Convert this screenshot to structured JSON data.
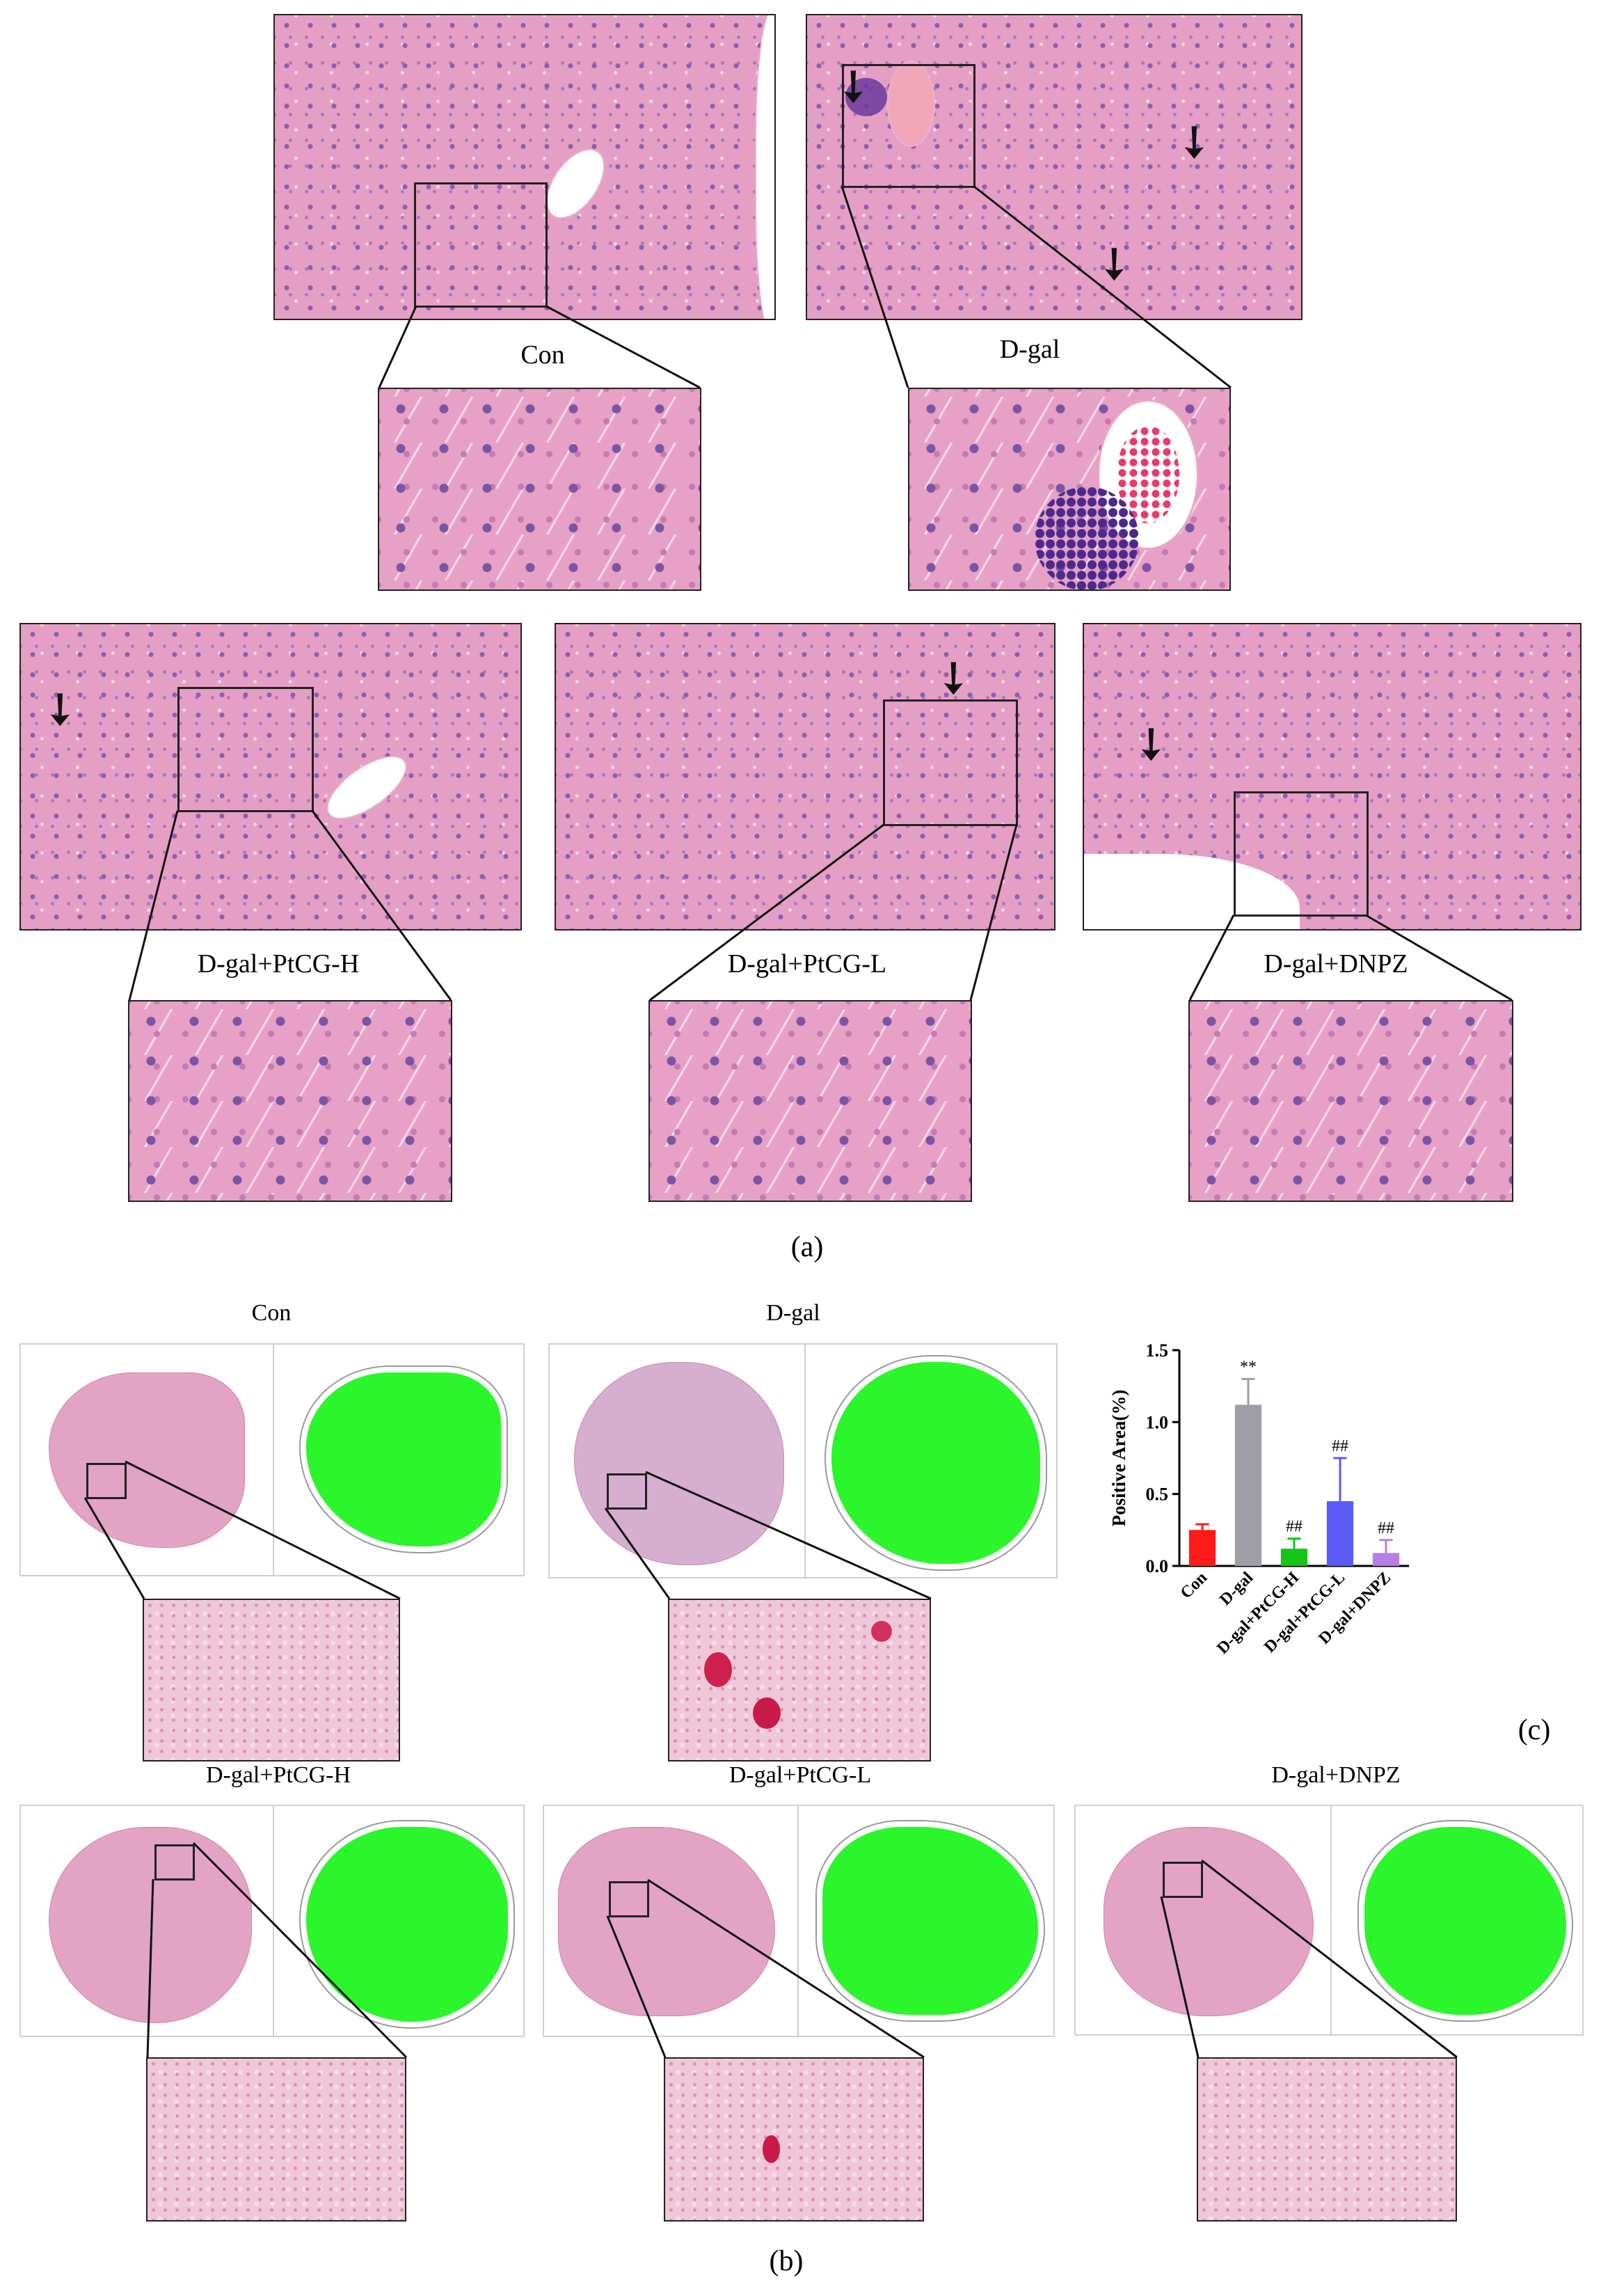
{
  "panel_a": {
    "label": "(a)",
    "groups": [
      "Con",
      "D-gal",
      "D-gal+PtCG-H",
      "D-gal+PtCG-L",
      "D-gal+DNPZ"
    ]
  },
  "panel_b": {
    "label": "(b)",
    "groups": [
      "Con",
      "D-gal",
      "D-gal+PtCG-H",
      "D-gal+PtCG-L",
      "D-gal+DNPZ"
    ]
  },
  "panel_c": {
    "label": "(c)"
  },
  "chart_data": {
    "type": "bar",
    "categories": [
      "Con",
      "D-gal",
      "D-gal+PtCG-H",
      "D-gal+PtCG-L",
      "D-gal+DNPZ"
    ],
    "values": [
      0.25,
      1.12,
      0.12,
      0.45,
      0.09
    ],
    "errors": [
      0.04,
      0.18,
      0.07,
      0.3,
      0.09
    ],
    "significance": [
      "",
      "**",
      "##",
      "##",
      "##"
    ],
    "colors": [
      "#ff1a1a",
      "#9e9ea6",
      "#16c416",
      "#5b5bf7",
      "#b77ee6"
    ],
    "ylabel": "Positive Area(%)",
    "xlabel": "",
    "title": "",
    "ylim": [
      0,
      1.5
    ],
    "yticks": [
      "0.0",
      "0.5",
      "1.0",
      "1.5"
    ]
  }
}
